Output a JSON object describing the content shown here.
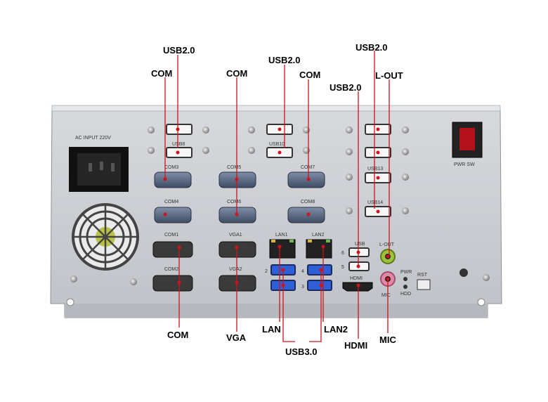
{
  "callouts": {
    "usb20_a": "USB2.0",
    "com_a": "COM",
    "com_b": "COM",
    "usb20_b": "USB2.0",
    "com_c": "COM",
    "usb20_c": "USB2.0",
    "usb20_d": "USB2.0",
    "lout": "L-OUT",
    "com_bottom": "COM",
    "vga": "VGA",
    "lan": "LAN",
    "lan2": "LAN2",
    "usb30": "USB3.0",
    "hdmi": "HDMI",
    "mic": "MIC"
  },
  "panel": {
    "ac_input": "AC INPUT 220V",
    "pwr_sw": "PWR SW",
    "usb8": "USB8",
    "usb10": "USB10",
    "usb13": "USB13",
    "usb14": "USB14",
    "com3": "COM3",
    "com5": "COM5",
    "com7": "COM7",
    "com4": "COM4",
    "com6": "COM6",
    "com8": "COM8",
    "com1": "COM1",
    "com2": "COM2",
    "vga1": "VGA1",
    "vga2": "VGA2",
    "lan1": "LAN1",
    "lan2": "LAN2",
    "usb": "USB",
    "n6": "6",
    "n5": "5",
    "n2": "2",
    "n4": "4",
    "n3": "3",
    "hdmi": "HDMI",
    "lout": "L-OUT",
    "mic": "MIC",
    "pwr": "PWR",
    "hdd": "HDD",
    "rst": "RST"
  },
  "colors": {
    "leader": "#d0121b",
    "chassis": "#c9ccd1",
    "usb3_blue": "#2f5fd6",
    "lout_green": "#9bc33a",
    "mic_pink": "#e08aa8"
  }
}
